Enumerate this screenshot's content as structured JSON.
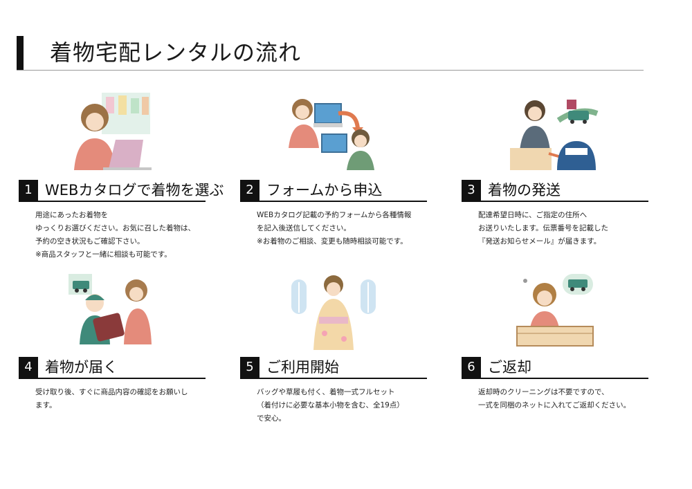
{
  "page": {
    "title": "着物宅配レンタルの流れ"
  },
  "steps": [
    {
      "number": "1",
      "title": "WEBカタログで着物を選ぶ",
      "icon": "woman-laptop-catalog-illustration",
      "lines": [
        "用途にあったお着物を",
        "ゆっくりお選びください。お気に召した着物は、",
        "予約の空き状況もご確認下さい。",
        "※商品スタッフと一緒に相談も可能です。"
      ]
    },
    {
      "number": "2",
      "title": "フォームから申込",
      "icon": "computer-form-illustration",
      "lines": [
        "WEBカタログ記載の予約フォームから各種情報",
        "を記入後送信してください。",
        "※お着物のご相談、変更も随時相談可能です。"
      ]
    },
    {
      "number": "3",
      "title": "着物の発送",
      "icon": "shipping-truck-illustration",
      "lines": [
        "配達希望日時に、ご指定の住所へ",
        "お送りいたします。伝票番号を記載した",
        "『発送お知らせメール』が届きます。"
      ]
    },
    {
      "number": "4",
      "title": "着物が届く",
      "icon": "delivery-package-illustration",
      "lines": [
        "受け取り後、すぐに商品内容の確認をお願いし",
        "ます。"
      ]
    },
    {
      "number": "5",
      "title": "ご利用開始",
      "icon": "kimono-woman-illustration",
      "lines": [
        "バッグや草履も付く、着物一式フルセット",
        "（着付けに必要な基本小物を含む、全19点）",
        "で安心。"
      ]
    },
    {
      "number": "6",
      "title": "ご返却",
      "icon": "return-box-illustration",
      "lines": [
        "返却時のクリーニングは不要ですので、",
        "一式を同梱のネットに入れてご返却ください。"
      ]
    }
  ]
}
